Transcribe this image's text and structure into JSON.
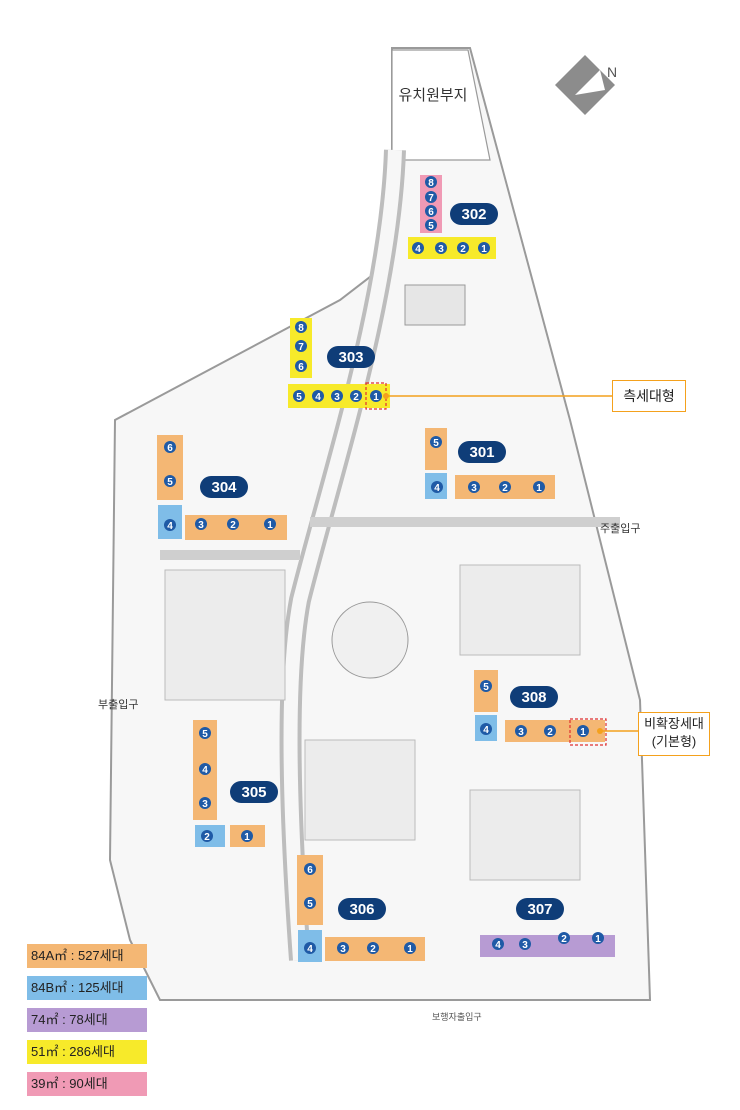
{
  "site": {
    "kindergarten_label": "유치원부지",
    "north_label": "N"
  },
  "colors": {
    "type_84a": "#f4b774",
    "type_84b": "#7fbde8",
    "type_74": "#b79bd3",
    "type_51": "#f7ea2a",
    "type_39": "#f09ab5",
    "unit_circle": "#1f5aa6",
    "badge": "#0f3d78",
    "callout_line": "#f4a11d",
    "road": "#cfcfcf"
  },
  "buildings": {
    "b301": {
      "label": "301",
      "units": [
        "5",
        "4",
        "3",
        "2",
        "1"
      ]
    },
    "b302": {
      "label": "302",
      "units_top": [
        "8",
        "7",
        "6",
        "5"
      ],
      "units_bottom": [
        "4",
        "3",
        "2",
        "1"
      ]
    },
    "b303": {
      "label": "303",
      "units_top": [
        "8",
        "7",
        "6"
      ],
      "units_bottom": [
        "5",
        "4",
        "3",
        "2",
        "1"
      ]
    },
    "b304": {
      "label": "304",
      "units": [
        "6",
        "5",
        "4",
        "3",
        "2",
        "1"
      ]
    },
    "b305": {
      "label": "305",
      "units": [
        "5",
        "4",
        "3",
        "2",
        "1"
      ]
    },
    "b306": {
      "label": "306",
      "units": [
        "6",
        "5",
        "4",
        "3",
        "2",
        "1"
      ]
    },
    "b307": {
      "label": "307",
      "units": [
        "4",
        "3",
        "2",
        "1"
      ]
    },
    "b308": {
      "label": "308",
      "units": [
        "5",
        "4",
        "3",
        "2",
        "1"
      ]
    }
  },
  "callouts": {
    "side": "측세대형",
    "non_expanded_line1": "비확장세대",
    "non_expanded_line2": "(기본형)"
  },
  "entrances": {
    "main": "주출입구",
    "sub": "부출입구",
    "pedestrian": "보행자출입구"
  },
  "legend": [
    {
      "label": "84A㎡ : 527세대",
      "color": "#f4b774"
    },
    {
      "label": "84B㎡ : 125세대",
      "color": "#7fbde8"
    },
    {
      "label": "74㎡ : 78세대",
      "color": "#b79bd3"
    },
    {
      "label": "51㎡ : 286세대",
      "color": "#f7ea2a"
    },
    {
      "label": "39㎡ : 90세대",
      "color": "#f09ab5"
    }
  ]
}
